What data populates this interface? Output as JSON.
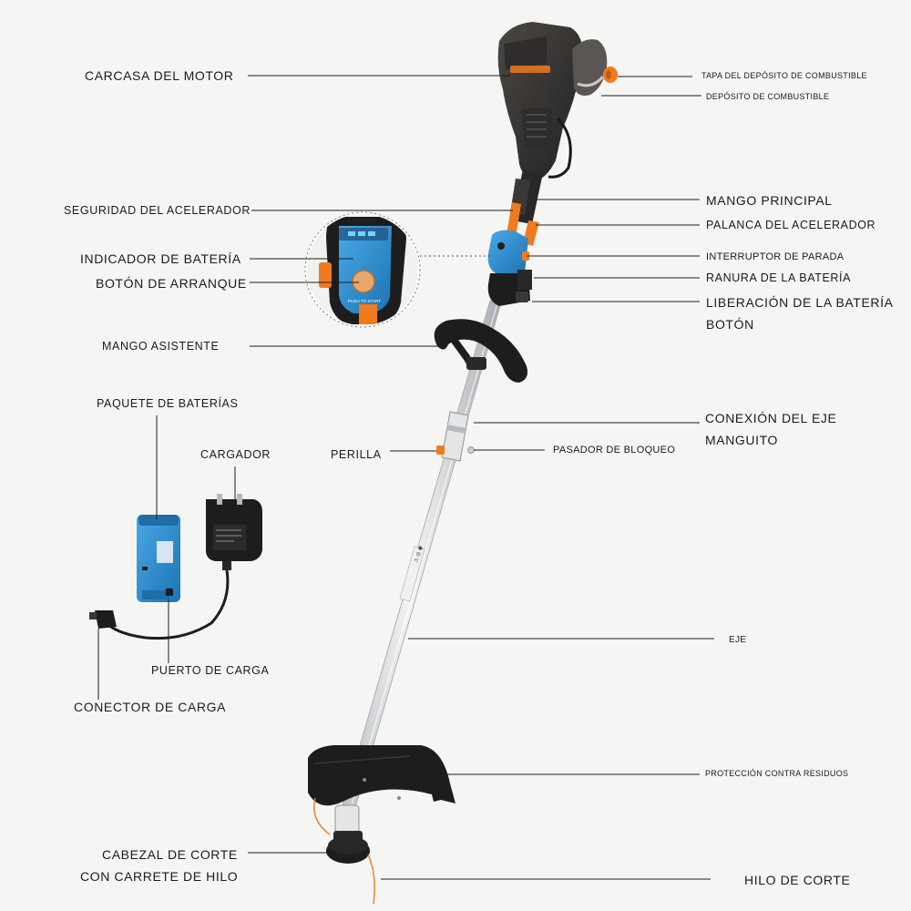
{
  "labels": {
    "motor_housing": "CARCASA DEL MOTOR",
    "fuel_cap": "TAPA DEL DEPÓSITO DE COMBUSTIBLE",
    "fuel_tank": "DEPÓSITO DE COMBUSTIBLE",
    "throttle_safety": "SEGURIDAD DEL ACELERADOR",
    "main_handle": "MANGO PRINCIPAL",
    "throttle_lever": "PALANCA DEL ACELERADOR",
    "battery_indicator": "INDICADOR DE BATERÍA",
    "stop_switch": "INTERRUPTOR DE PARADA",
    "start_button": "BOTÓN DE ARRANQUE",
    "battery_slot": "RANURA DE LA BATERÍA",
    "battery_release_line1": "LIBERACIÓN DE LA BATERÍA",
    "battery_release_line2": "BOTÓN",
    "assist_handle": "MANGO ASISTENTE",
    "battery_pack": "PAQUETE DE BATERÍAS",
    "shaft_connection_line1": "CONEXIÓN DEL EJE",
    "shaft_connection_line2": "MANGUITO",
    "charger": "CARGADOR",
    "knob": "PERILLA",
    "locking_pin": "PASADOR DE BLOQUEO",
    "shaft": "EJE",
    "charging_port": "PUERTO DE CARGA",
    "charging_connector": "CONECTOR DE CARGA",
    "debris_guard": "PROTECCIÓN CONTRA RESIDUOS",
    "cutting_head_line1": "CABEZAL DE CORTE",
    "cutting_head_line2": "CON CARRETE DE HILO",
    "cutting_line": "HILO DE CORTE",
    "push_to_start": "PUSH TO START"
  },
  "colors": {
    "background": "#f5f5f3",
    "engine": "#3a3836",
    "orange": "#f07a1e",
    "battery_blue": "#2d8fd0",
    "shaft": "#d9dcdf",
    "black": "#1d1d1d"
  }
}
